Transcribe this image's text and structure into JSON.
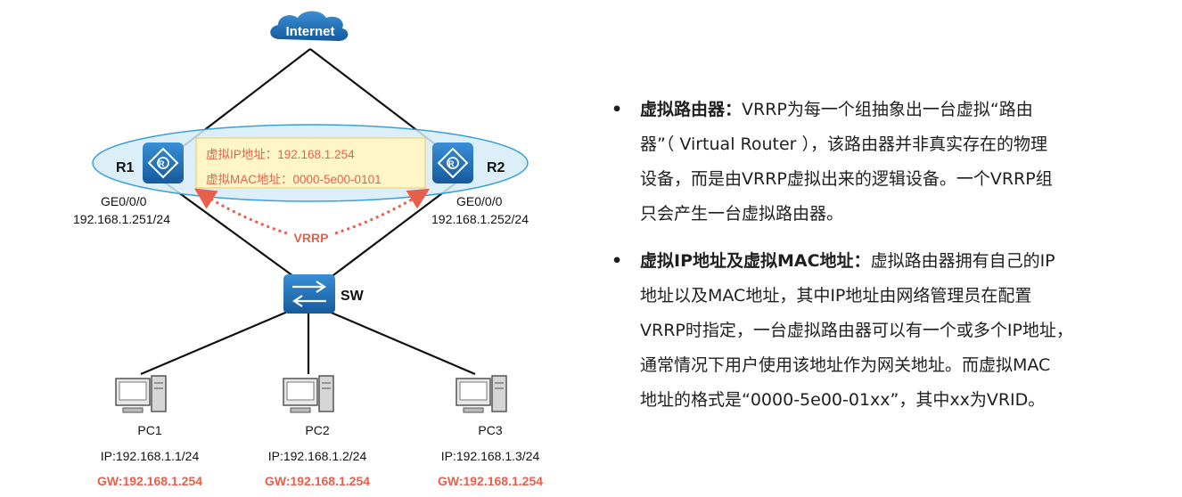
{
  "topology": {
    "cloud_label": "Internet",
    "router1": {
      "name": "R1",
      "port": "GE0/0/0",
      "ip": "192.168.1.251/24"
    },
    "router2": {
      "name": "R2",
      "port": "GE0/0/0",
      "ip": "192.168.1.252/24"
    },
    "virtual_router": {
      "ip_text": "虚拟IP地址：192.168.1.254",
      "mac_text": "虚拟MAC地址：0000-5e00-0101"
    },
    "vrrp_label": "VRRP",
    "switch_name": "SW",
    "pcs": [
      {
        "name": "PC1",
        "ip": "IP:192.168.1.1/24",
        "gw": "GW:192.168.1.254"
      },
      {
        "name": "PC2",
        "ip": "IP:192.168.1.2/24",
        "gw": "GW:192.168.1.254"
      },
      {
        "name": "PC3",
        "ip": "IP:192.168.1.3/24",
        "gw": "GW:192.168.1.254"
      }
    ]
  },
  "info": {
    "bullets": [
      {
        "marker": "•",
        "term": "虚拟路由器：",
        "lines": [
          "VRRP为每一个组抽象出一台虚拟“路由",
          "器”（ Virtual Router ），该路由器并非真实存在的物理",
          "设备，而是由VRRP虚拟出来的逻辑设备。一个VRRP组",
          "只会产生一台虚拟路由器。"
        ]
      },
      {
        "marker": "•",
        "term": "虚拟IP地址及虚拟MAC地址：",
        "lines": [
          "虚拟路由器拥有自己的IP",
          "地址以及MAC地址，其中IP地址由网络管理员在配置",
          "VRRP时指定，一台虚拟路由器可以有一个或多个IP地址，",
          "通常情况下用户使用该地址作为网关地址。而虚拟MAC",
          "地址的格式是“0000-5e00-01xx”，其中xx为VRID。"
        ]
      }
    ]
  },
  "colors": {
    "accent_red": "#e8604c",
    "device_blue": "#1f6fb2",
    "ellipse_fill": "#d6ecf8",
    "ellipse_stroke": "#3aa0d8",
    "info_box_fill": "#fff6c8",
    "info_box_stroke": "#f0c860"
  }
}
